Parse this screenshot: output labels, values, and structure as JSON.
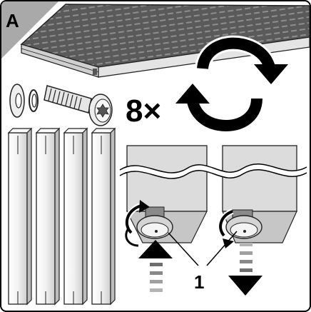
{
  "step_label": "A",
  "quantity_text": "8×",
  "callout_number": "1",
  "colors": {
    "corner_tab": "#a9a9a9",
    "frame": "#000000",
    "panel_dark": "#5a5a5a",
    "panel_light": "#dcdcdc",
    "leg_fill": "#efefef",
    "dash_dark": "#6e6e6e",
    "dash_light": "#b4b4b4"
  },
  "icons": [
    "washer-icon",
    "spring-washer-icon",
    "torx-screw-icon",
    "flip-rotate-arrows-icon",
    "leg-post-icon",
    "adjustable-foot-icon",
    "rotate-arrow-icon",
    "arrow-up-icon",
    "arrow-down-icon"
  ]
}
